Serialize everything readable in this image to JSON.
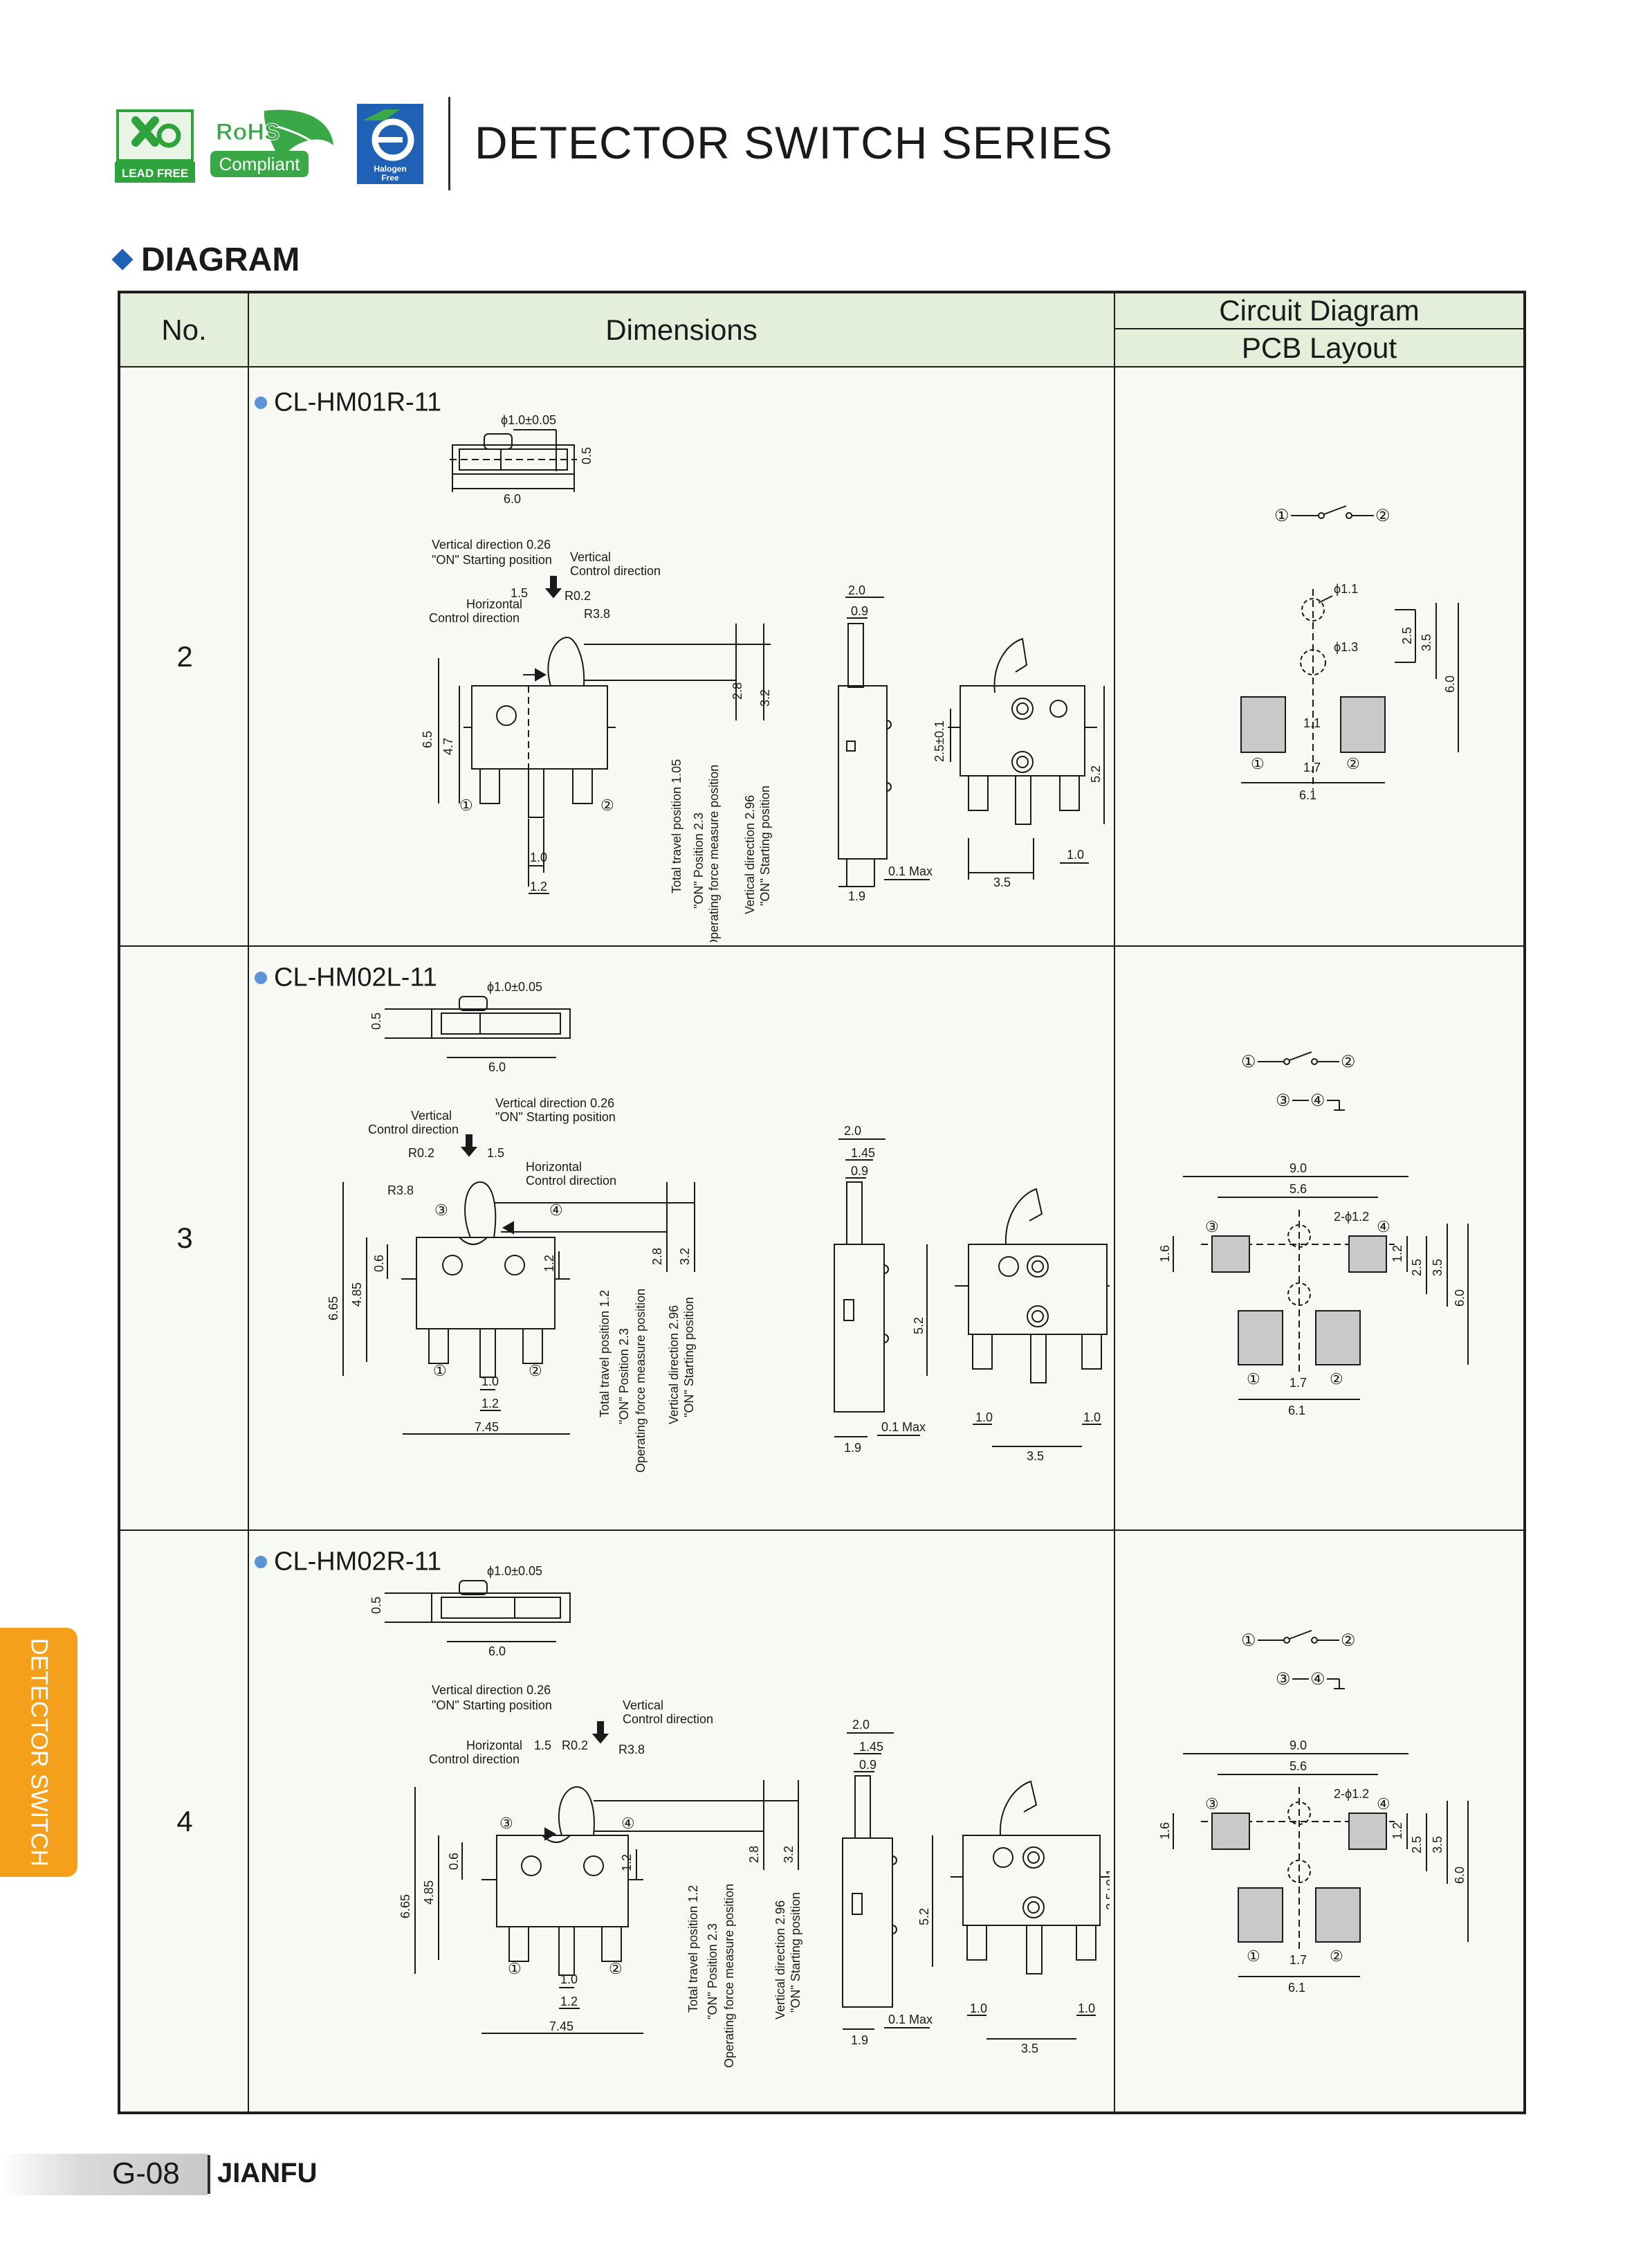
{
  "header": {
    "title": "DETECTOR SWITCH SERIES",
    "logos": {
      "lead_free": "LEAD FREE",
      "rohs_1": "RoHS",
      "rohs_2": "Compliant",
      "halogen_1": "Halogen",
      "halogen_2": "Free"
    }
  },
  "section": {
    "label": "DIAGRAM"
  },
  "table": {
    "col_no": "No.",
    "col_dimensions": "Dimensions",
    "col_circuit": "Circuit Diagram",
    "col_pcb": "PCB Layout",
    "rows": [
      {
        "no": "2",
        "model": "CL-HM01R-11"
      },
      {
        "no": "3",
        "model": "CL-HM02L-11"
      },
      {
        "no": "4",
        "model": "CL-HM02R-11"
      }
    ]
  },
  "labels": {
    "phi_pin": "ϕ1.0±0.05",
    "d_0_5": "0.5",
    "d_6_0": "6.0",
    "vert_dir_026": "Vertical direction 0.26",
    "on_start": "\"ON\" Starting position",
    "vertical": "Vertical",
    "control_direction": "Control direction",
    "horizontal": "Horizontal",
    "d_1_5": "1.5",
    "r02": "R0.2",
    "r38": "R3.8",
    "d_2_8": "2.8",
    "d_3_2": "3.2",
    "d_2_0": "2.0",
    "d_2_0_tol": "2.0",
    "d_1_45": "1.45",
    "d_0_9": "0.9",
    "d_6_5": "6.5",
    "d_4_7": "4.7",
    "d_6_65": "6.65",
    "d_4_85": "4.85",
    "d_0_6": "0.6",
    "d_1_2": "1.2",
    "d_1_0": "1.0",
    "d_1_9": "1.9",
    "d_0_1_max": "0.1 Max",
    "d_2_5_tol": "2.5±0.1",
    "d_5_2": "5.2",
    "d_3_5": "3.5",
    "d_7_45": "7.45",
    "total_travel_105": "Total travel position 1.05",
    "total_travel_12": "Total travel position 1.2",
    "on_pos_23": "\"ON\" Position 2.3",
    "op_force": "Operating force measure position",
    "vert_dir_296": "Vertical direction 2.96",
    "on_start_short": "\"ON\" Starting position",
    "pin1": "①",
    "pin2": "②",
    "pin3": "③",
    "pin4": "④"
  },
  "pcb_labels": {
    "phi_1_1": "ϕ1.1",
    "phi_1_3": "ϕ1.3",
    "two_phi_1_2": "2-ϕ1.2",
    "d_2_5": "2.5",
    "d_3_5": "3.5",
    "d_6_0": "6.0",
    "d_1_1": "1.1",
    "d_1_7": "1.7",
    "d_6_1": "6.1",
    "d_9_0": "9.0",
    "d_5_6": "5.6",
    "d_1_6": "1.6",
    "d_1_2": "1.2"
  },
  "side_tab": {
    "text": "DETECTOR SWITCH"
  },
  "footer": {
    "page": "G-08",
    "brand": "JIANFU"
  },
  "colors": {
    "accent_blue": "#1f62b5",
    "table_header_bg": "#e4efdb",
    "table_body_bg": "#f7faf4",
    "side_tab": "#f5a01b",
    "lead_free_green": "#2fa33b",
    "rohs_green": "#3aa847"
  }
}
